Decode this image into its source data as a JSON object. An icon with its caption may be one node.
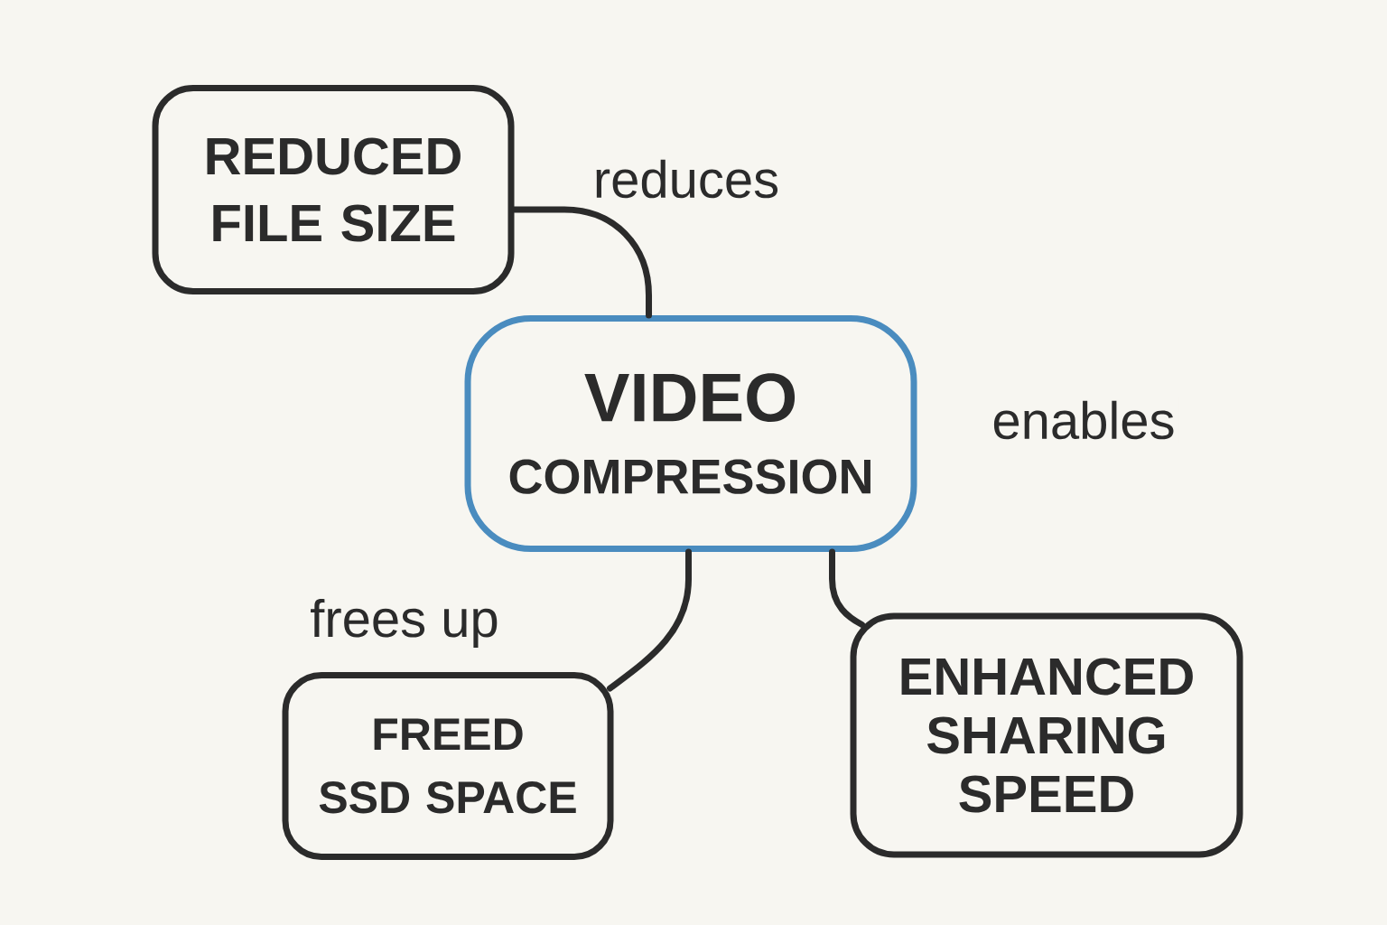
{
  "diagram": {
    "nodes": [
      {
        "text": [
          "REDUCED FILE SIZE"
        ]
      },
      {
        "text": [
          "VIDEO",
          "COMPRESSION"
        ]
      },
      {
        "text": [
          "FREED SSD SPACE"
        ]
      },
      {
        "text": [
          "ENHANCED SHARING SPEED"
        ]
      }
    ],
    "edges": [
      {
        "from": 1,
        "to": 0,
        "arrow": "none",
        "label": "reduces"
      },
      {
        "from": 1,
        "to": 2,
        "arrow": "none",
        "label": "frees up"
      },
      {
        "from": 1,
        "to": 3,
        "arrow": "none",
        "label": "enables"
      }
    ]
  }
}
